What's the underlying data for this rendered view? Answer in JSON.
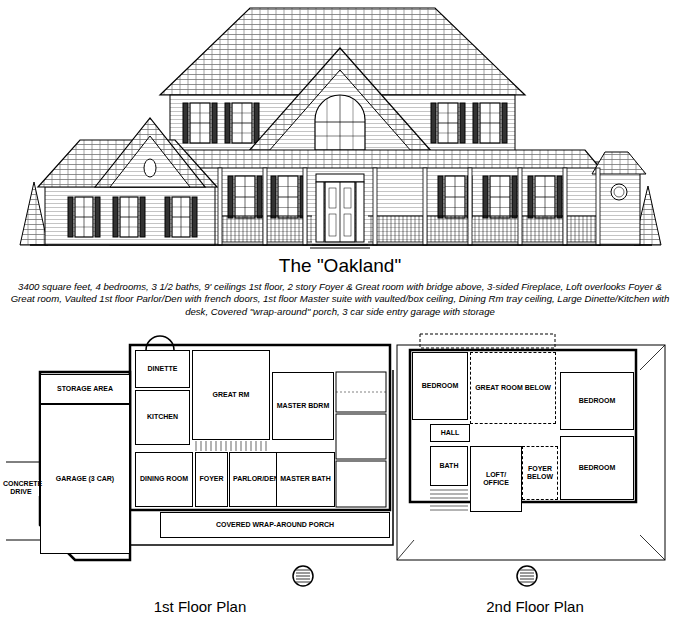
{
  "diagram": {
    "title": "The \"Oakland\"",
    "caption": "3400 square feet, 4 bedrooms, 3 1/2 baths, 9' ceilings 1st floor, 2 story Foyer & Great room with bridge above, 3-sided Fireplace, Loft overlooks Foyer & Great room, Vaulted 1st floor Parlor/Den with french doors, 1st floor Master suite with vaulted/box ceiling, Dining Rm tray ceiling, Large Dinette/Kitchen with desk, Covered \"wrap-around\" porch, 3 car side entry garage with storage",
    "nodes": [
      {
        "text": [
          "1st Floor Plan"
        ]
      },
      {
        "text": [
          "STORAGE AREA"
        ],
        "in": 0
      },
      {
        "text": [
          "GARAGE (3 CAR)"
        ],
        "in": 0
      },
      {
        "text": [
          "DINETTE"
        ],
        "in": 0
      },
      {
        "text": [
          "KITCHEN"
        ],
        "in": 0
      },
      {
        "text": [
          "GREAT RM"
        ],
        "in": 0
      },
      {
        "text": [
          "MASTER BDRM"
        ],
        "in": 0
      },
      {
        "text": [
          "DINING ROOM"
        ],
        "in": 0
      },
      {
        "text": [
          "FOYER"
        ],
        "in": 0
      },
      {
        "text": [
          "PARLOR/DEN"
        ],
        "in": 0
      },
      {
        "text": [
          "MASTER BATH"
        ],
        "in": 0
      },
      {
        "text": [
          "COVERED WRAP-AROUND PORCH"
        ],
        "in": 0
      },
      {
        "text": [
          "2nd Floor Plan"
        ]
      },
      {
        "text": [
          "BEDROOM"
        ],
        "in": 12
      },
      {
        "text": [
          "GREAT ROOM BELOW"
        ],
        "in": 12
      },
      {
        "text": [
          "BEDROOM"
        ],
        "in": 12
      },
      {
        "text": [
          "HALL"
        ],
        "in": 12
      },
      {
        "text": [
          "BATH"
        ],
        "in": 12
      },
      {
        "text": [
          "LOFT/ OFFICE"
        ],
        "in": 12
      },
      {
        "text": [
          "FOYER BELOW"
        ],
        "in": 12
      },
      {
        "text": [
          "BEDROOM"
        ],
        "in": 12
      }
    ],
    "labels": [
      "CONCRETE DRIVE"
    ]
  }
}
